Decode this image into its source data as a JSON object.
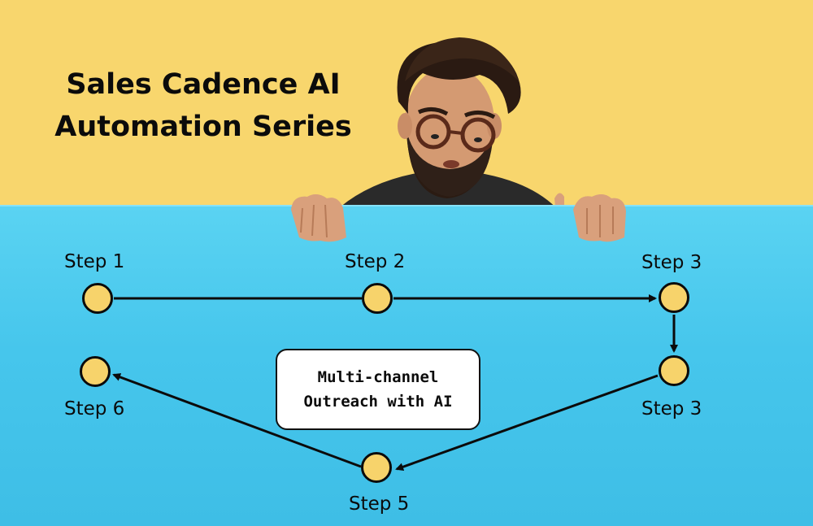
{
  "title": {
    "line1": "Sales Cadence AI",
    "line2": "Automation Series"
  },
  "steps": [
    {
      "label": "Step 1"
    },
    {
      "label": "Step 2"
    },
    {
      "label": "Step 3"
    },
    {
      "label": "Step 3"
    },
    {
      "label": "Step 5"
    },
    {
      "label": "Step 6"
    }
  ],
  "center_box": {
    "line1": "Multi-channel",
    "line2": "Outreach with AI"
  },
  "colors": {
    "top_background": "#f8d66d",
    "board": "#46c6ec",
    "node_fill": "#f7d36b",
    "outline": "#0b0b0b"
  },
  "image": {
    "subject": "person-peeking-over-board-icon"
  }
}
